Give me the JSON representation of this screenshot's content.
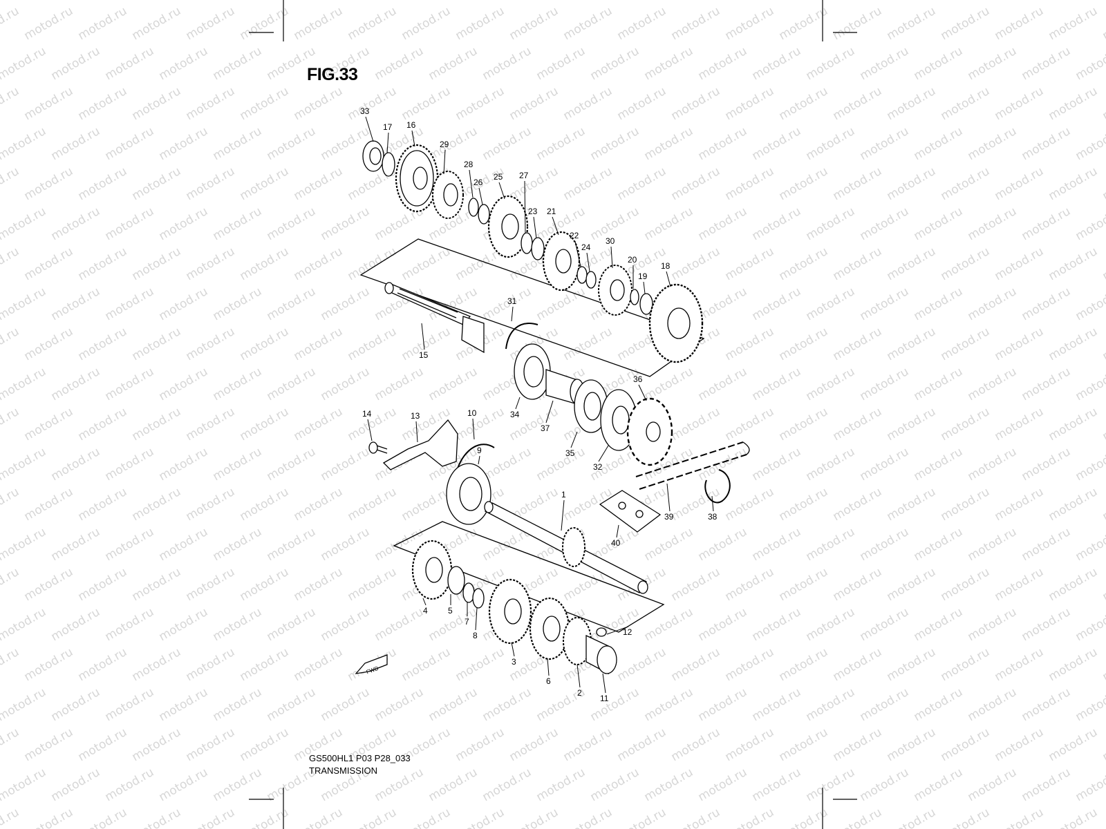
{
  "figure": {
    "title": "FIG.33",
    "model_code": "GS500HL1 P03 P28_033",
    "caption": "TRANSMISSION",
    "watermark": "motod.ru",
    "fwd_arrow": "FWD"
  },
  "callouts": [
    {
      "n": "1"
    },
    {
      "n": "2"
    },
    {
      "n": "3"
    },
    {
      "n": "4"
    },
    {
      "n": "5"
    },
    {
      "n": "6"
    },
    {
      "n": "7"
    },
    {
      "n": "8"
    },
    {
      "n": "9"
    },
    {
      "n": "10"
    },
    {
      "n": "11"
    },
    {
      "n": "12"
    },
    {
      "n": "13"
    },
    {
      "n": "14"
    },
    {
      "n": "15"
    },
    {
      "n": "16"
    },
    {
      "n": "17"
    },
    {
      "n": "18"
    },
    {
      "n": "19"
    },
    {
      "n": "20"
    },
    {
      "n": "21"
    },
    {
      "n": "22"
    },
    {
      "n": "23"
    },
    {
      "n": "24"
    },
    {
      "n": "25"
    },
    {
      "n": "26"
    },
    {
      "n": "27"
    },
    {
      "n": "28"
    },
    {
      "n": "29"
    },
    {
      "n": "30"
    },
    {
      "n": "31"
    },
    {
      "n": "32"
    },
    {
      "n": "33"
    },
    {
      "n": "34"
    },
    {
      "n": "35"
    },
    {
      "n": "36"
    },
    {
      "n": "37"
    },
    {
      "n": "38"
    },
    {
      "n": "39"
    },
    {
      "n": "40"
    }
  ],
  "colors": {
    "line": "#000000",
    "watermark": "#d6d6d6",
    "background": "#ffffff"
  }
}
